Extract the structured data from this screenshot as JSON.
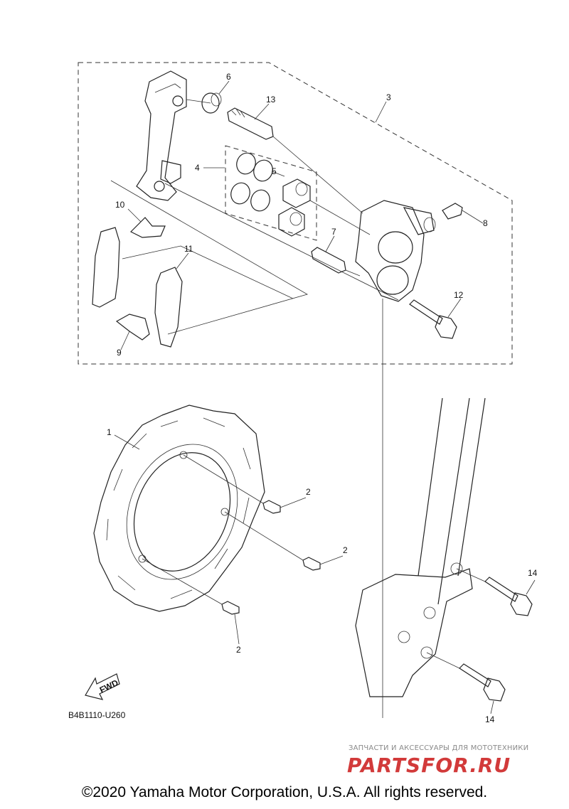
{
  "callouts": [
    {
      "id": "c1",
      "label": "1"
    },
    {
      "id": "c2a",
      "label": "2"
    },
    {
      "id": "c2b",
      "label": "2"
    },
    {
      "id": "c2c",
      "label": "2"
    },
    {
      "id": "c3",
      "label": "3"
    },
    {
      "id": "c4",
      "label": "4"
    },
    {
      "id": "c5",
      "label": "5"
    },
    {
      "id": "c6",
      "label": "6"
    },
    {
      "id": "c7",
      "label": "7"
    },
    {
      "id": "c8",
      "label": "8"
    },
    {
      "id": "c9",
      "label": "9"
    },
    {
      "id": "c10",
      "label": "10"
    },
    {
      "id": "c11",
      "label": "11"
    },
    {
      "id": "c12",
      "label": "12"
    },
    {
      "id": "c13",
      "label": "13"
    },
    {
      "id": "c14a",
      "label": "14"
    },
    {
      "id": "c14b",
      "label": "14"
    }
  ],
  "fwd_label": "FWD",
  "diagram_code": "B4B1110-U260",
  "watermark": {
    "tagline": "ЗАПЧАСТИ И АКСЕССУАРЫ ДЛЯ МОТОТЕХНИКИ",
    "brand": "PARTSFOR.RU"
  },
  "copyright": "©2020 Yamaha Motor Corporation, U.S.A. All rights reserved."
}
